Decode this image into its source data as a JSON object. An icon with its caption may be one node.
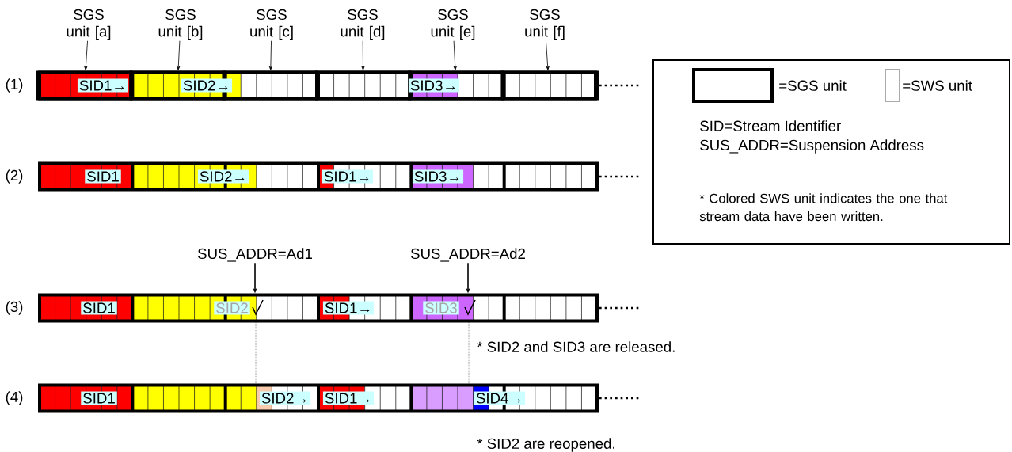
{
  "diagram": {
    "nodes": [
      {
        "text": [
          "SGS unit [a]"
        ]
      },
      {
        "text": [
          "SGS unit [b]"
        ]
      },
      {
        "text": [
          "SGS unit [c]"
        ]
      },
      {
        "text": [
          "SGS unit [d]"
        ]
      },
      {
        "text": [
          "SGS unit [e]"
        ]
      },
      {
        "text": [
          "SGS unit [f]"
        ]
      },
      {
        "text": [],
        "shape": "bar"
      },
      {
        "text": [],
        "shape": "box",
        "in": 6
      },
      {
        "text": [],
        "shape": "box",
        "in": 6
      },
      {
        "text": [],
        "shape": "box",
        "in": 6
      },
      {
        "text": [],
        "shape": "box",
        "in": 6
      },
      {
        "text": [],
        "shape": "box",
        "in": 6
      },
      {
        "text": [],
        "shape": "box",
        "in": 6
      },
      {
        "text": [],
        "shape": "bar"
      },
      {
        "text": [
          "SUS_ADDR=Ad1"
        ]
      },
      {
        "text": [
          "SUS_ADDR=Ad2"
        ]
      },
      {
        "text": [],
        "shape": "bar"
      },
      {
        "text": [],
        "shape": "bar"
      },
      {
        "text": [
          "SID=Stream Identifier",
          "SUS_ADDR=Suspension Address",
          "* Colored SWS unit indicates the one that stream data have been written."
        ]
      }
    ],
    "edges": [
      {
        "from": 0,
        "to": 7,
        "arrow": "to"
      },
      {
        "from": 1,
        "to": 8,
        "arrow": "to"
      },
      {
        "from": 2,
        "to": 9,
        "arrow": "to"
      },
      {
        "from": 3,
        "to": 10,
        "arrow": "to"
      },
      {
        "from": 4,
        "to": 11,
        "arrow": "to"
      },
      {
        "from": 5,
        "to": 12,
        "arrow": "to"
      },
      {
        "from": 14,
        "to": 16,
        "arrow": "to"
      },
      {
        "from": 15,
        "to": 16,
        "arrow": "to"
      },
      {
        "from": 16,
        "to": 17,
        "arrow": "none",
        "style": "dashed"
      },
      {
        "from": 16,
        "to": 17,
        "arrow": "none",
        "style": "dashed"
      }
    ],
    "labels": [
      "(1)",
      "SID1→",
      "SID2→",
      "SID3→",
      "(2)",
      "SID1",
      "SID2→",
      "SID1→",
      "SID3→",
      "(3)",
      "SID1",
      "SID2",
      "SID1→",
      "SID3",
      "* SID2 and SID3 are released.",
      "(4)",
      "SID1",
      "SID2→",
      "SID1→",
      "SID4→",
      "* SID2 are reopened."
    ],
    "legend": [
      {
        "text": "=SGS unit"
      },
      {
        "text": "=SWS unit"
      }
    ]
  }
}
